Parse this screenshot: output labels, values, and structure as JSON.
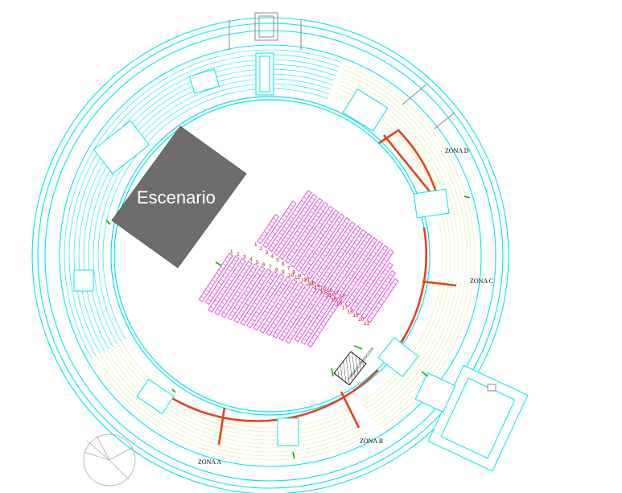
{
  "stage": {
    "label": "Escenario"
  },
  "zones": [
    {
      "id": "A",
      "label": "ZONA A"
    },
    {
      "id": "B",
      "label": "ZONA B"
    },
    {
      "id": "C",
      "label": "ZONA C"
    },
    {
      "id": "D",
      "label": "ZONA D"
    }
  ],
  "left_block": {
    "row_numbers": [
      "1",
      "2",
      "3",
      "4",
      "5",
      "6",
      "7",
      "8",
      "9",
      "10",
      "11",
      "12",
      "13",
      "14",
      "15",
      "16",
      "17",
      "18"
    ]
  },
  "right_block": {
    "row_numbers": [
      "1",
      "2",
      "3",
      "4",
      "5",
      "6",
      "7",
      "8",
      "9",
      "10",
      "11",
      "12",
      "13",
      "14",
      "15",
      "16",
      "17",
      "18",
      "19",
      "20",
      "21"
    ]
  },
  "booth": {
    "label": "CABINA DE PRODUCCION"
  },
  "colors": {
    "outline": "#00e5ee",
    "stage": "#6d6d6d",
    "chairs": "#e040e0",
    "row_numbers": "#cc0000",
    "dividers": "#e8401c",
    "tiers": "#c7e84a",
    "green_marks": "#00bb00",
    "architecture": "#888888"
  }
}
